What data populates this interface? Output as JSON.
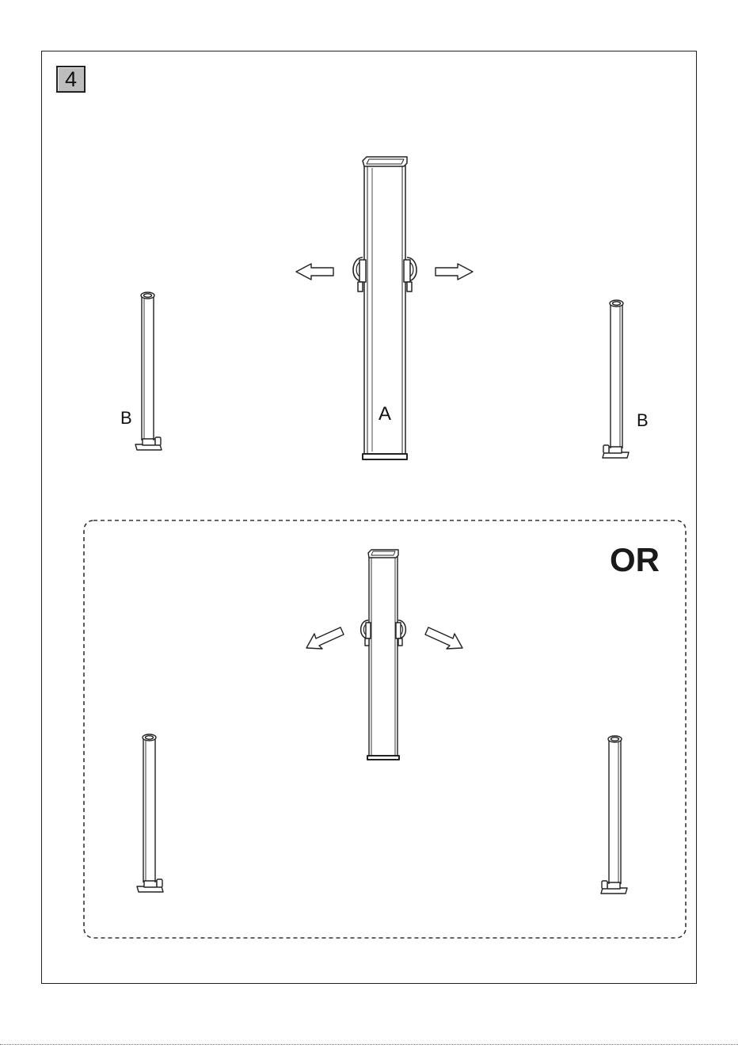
{
  "step": {
    "number": "4"
  },
  "labels": {
    "part_a": "A",
    "part_b_left": "B",
    "part_b_right": "B",
    "alternative": "OR"
  },
  "colors": {
    "line": "#222222",
    "badge_fill": "#bdbdbd",
    "background": "#ffffff"
  }
}
